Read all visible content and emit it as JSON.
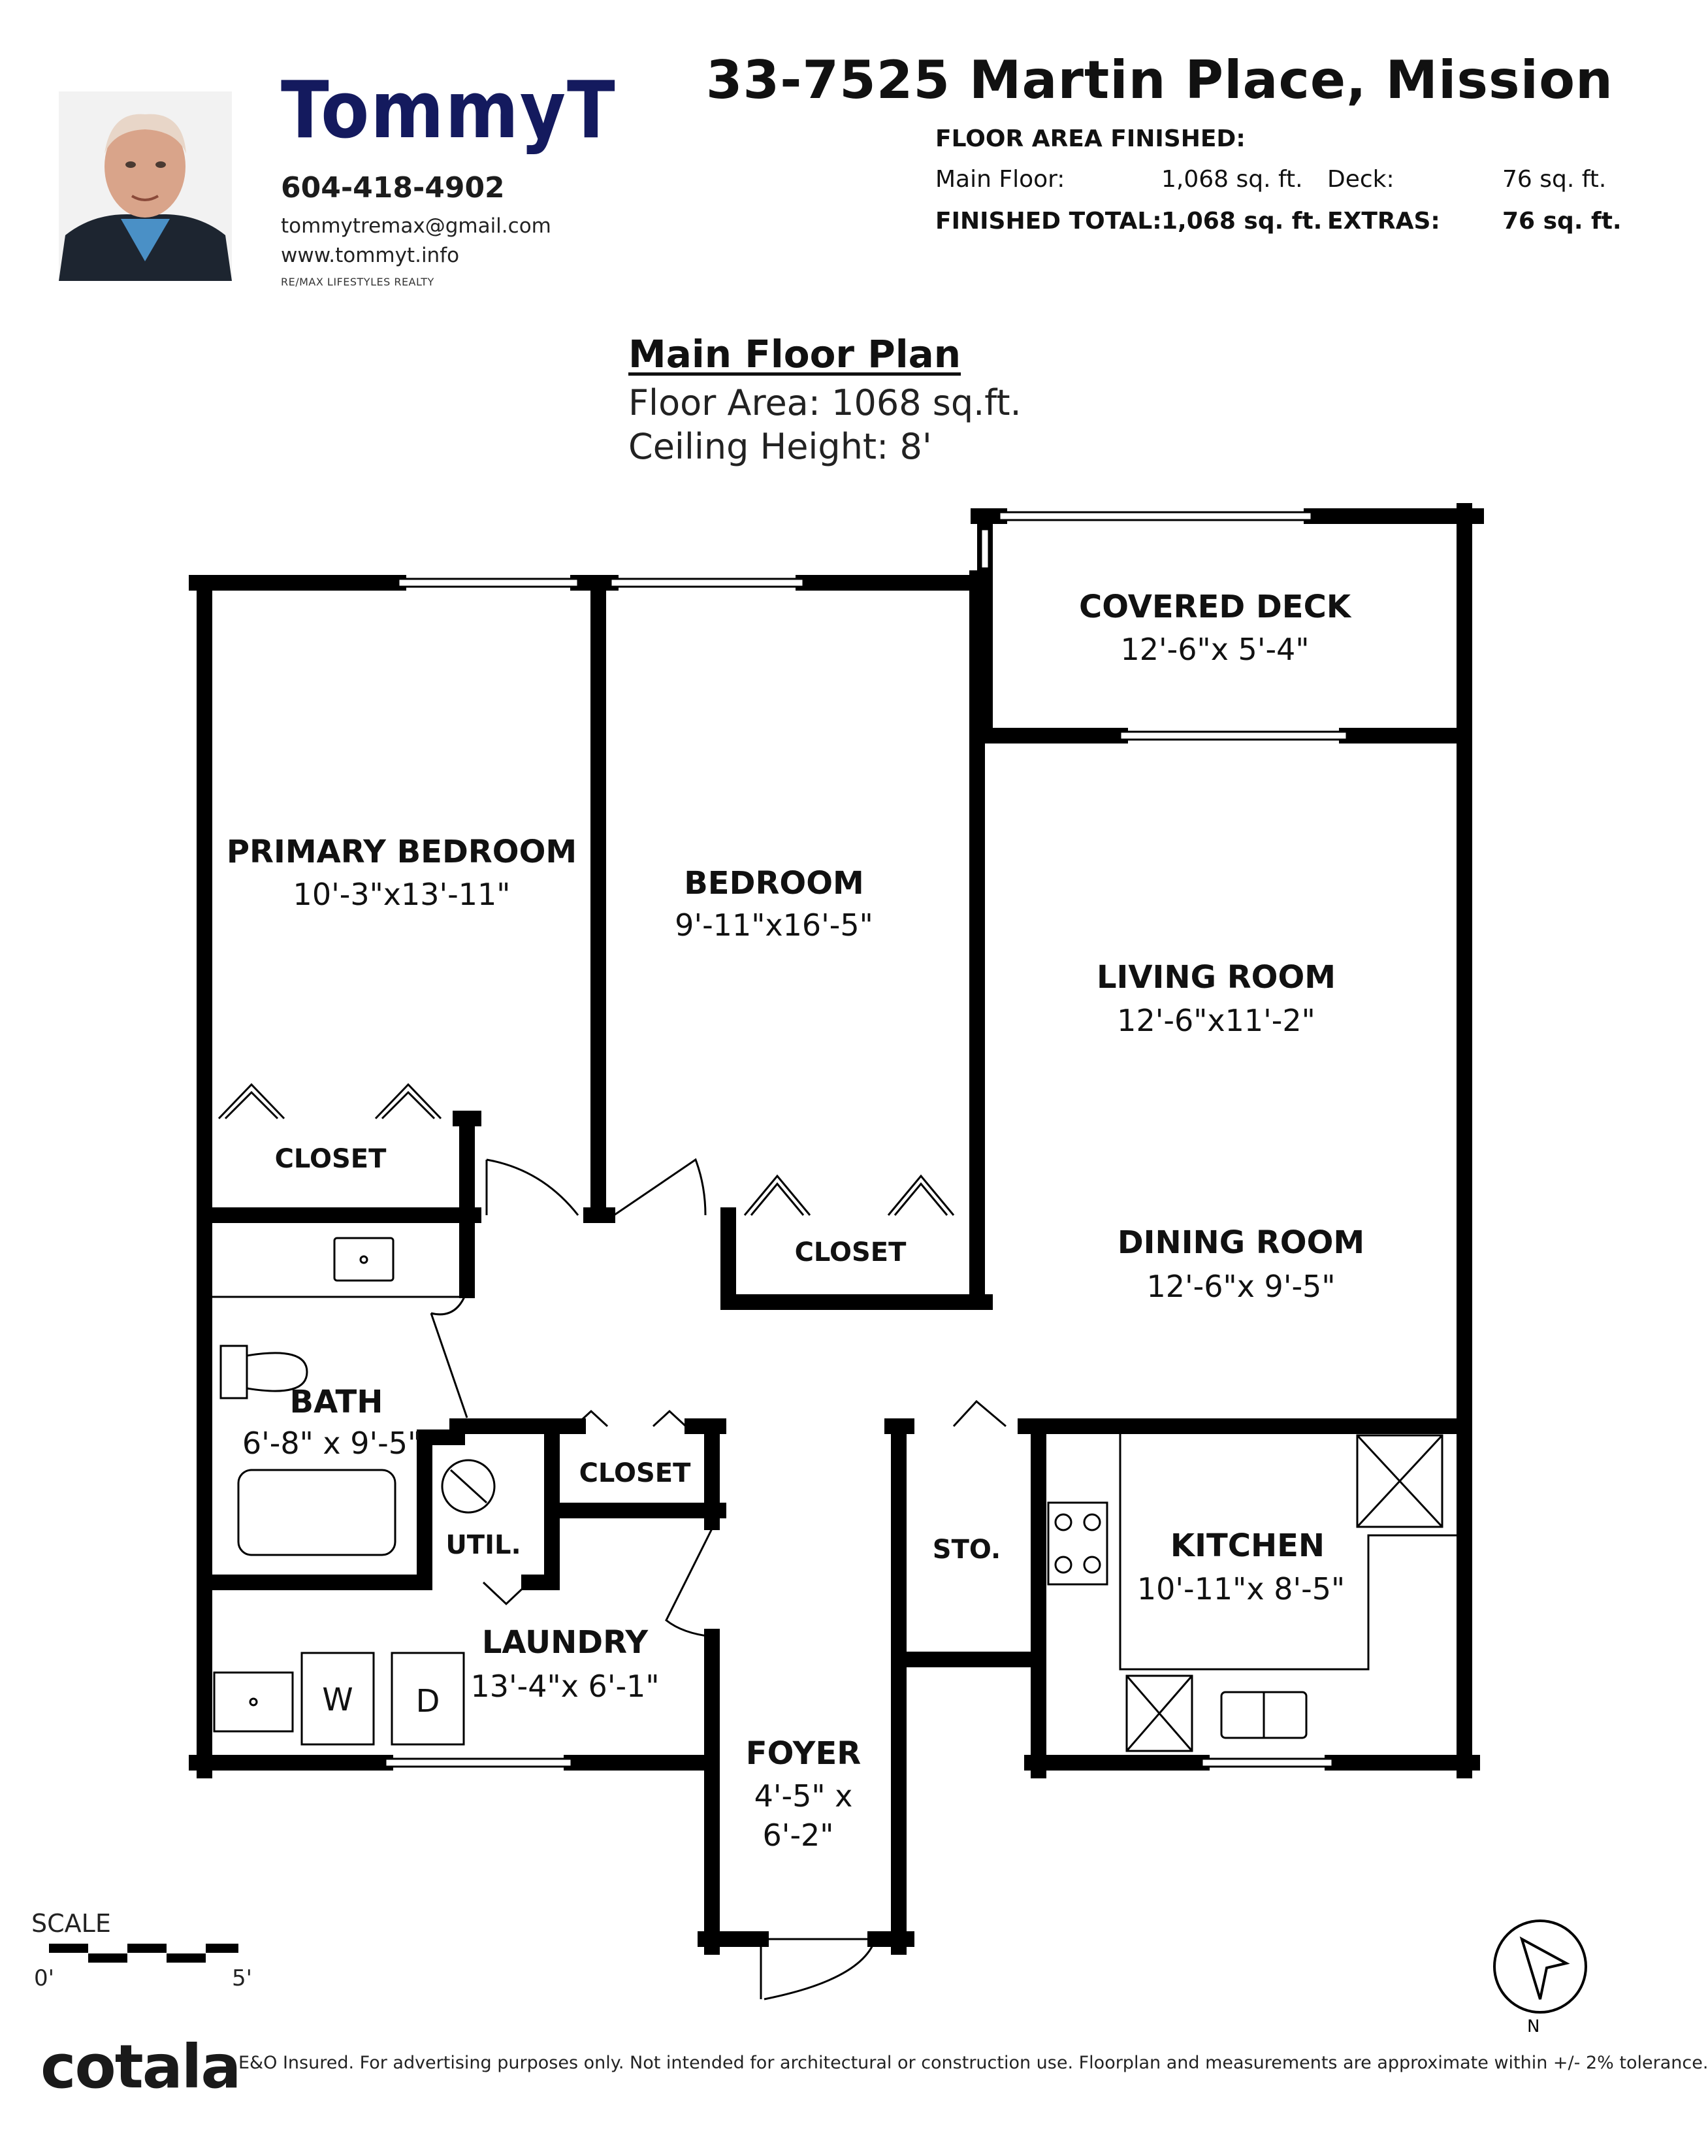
{
  "agent": {
    "brand": "TommyT",
    "phone": "604-418-4902",
    "email": "tommytremax@gmail.com",
    "website": "www.tommyt.info",
    "brokerage": "RE/MAX LIFESTYLES REALTY"
  },
  "listing": {
    "address": "33-7525 Martin Place, Mission"
  },
  "floor_area": {
    "heading": "FLOOR AREA FINISHED:",
    "main_floor_label": "Main Floor:",
    "main_floor_value": "1,068 sq. ft.",
    "deck_label": "Deck:",
    "deck_value": "76 sq. ft.",
    "finished_total_label": "FINISHED TOTAL:",
    "finished_total_value": "1,068 sq. ft.",
    "extras_label": "EXTRAS:",
    "extras_value": "76 sq. ft."
  },
  "plan": {
    "title": "Main Floor Plan",
    "floor_area": "Floor Area: 1068 sq.ft.",
    "ceiling_height": "Ceiling Height: 8'"
  },
  "rooms": {
    "covered_deck": {
      "name": "COVERED DECK",
      "dims": "12'-6\"x 5'-4\""
    },
    "primary_bedroom": {
      "name": "PRIMARY BEDROOM",
      "dims": "10'-3\"x13'-11\""
    },
    "bedroom": {
      "name": "BEDROOM",
      "dims": "9'-11\"x16'-5\""
    },
    "living_room": {
      "name": "LIVING ROOM",
      "dims": "12'-6\"x11'-2\""
    },
    "dining_room": {
      "name": "DINING ROOM",
      "dims": "12'-6\"x 9'-5\""
    },
    "closet_primary": {
      "name": "CLOSET"
    },
    "closet_bedroom": {
      "name": "CLOSET"
    },
    "closet_hall": {
      "name": "CLOSET"
    },
    "bath": {
      "name": "BATH",
      "dims": "6'-8\" x 9'-5\""
    },
    "util": {
      "name": "UTIL."
    },
    "storage": {
      "name": "STO."
    },
    "kitchen": {
      "name": "KITCHEN",
      "dims": "10'-11\"x 8'-5\""
    },
    "laundry": {
      "name": "LAUNDRY",
      "dims": "13'-4\"x 6'-1\""
    },
    "foyer": {
      "name": "FOYER",
      "dims_line1": "4'-5\" x",
      "dims_line2": "6'-2\""
    }
  },
  "appliances": {
    "washer": "W",
    "dryer": "D"
  },
  "scale": {
    "label": "SCALE",
    "min": "0'",
    "max": "5'"
  },
  "compass": {
    "north": "N"
  },
  "footer": {
    "logo": "cotala",
    "disclaimer": "E&O Insured. For advertising purposes only. Not intended for architectural or construction use. Floorplan and measurements are approximate within +/- 2% tolerance."
  },
  "colors": {
    "brand": "#141a5e",
    "wall": "#000000"
  }
}
